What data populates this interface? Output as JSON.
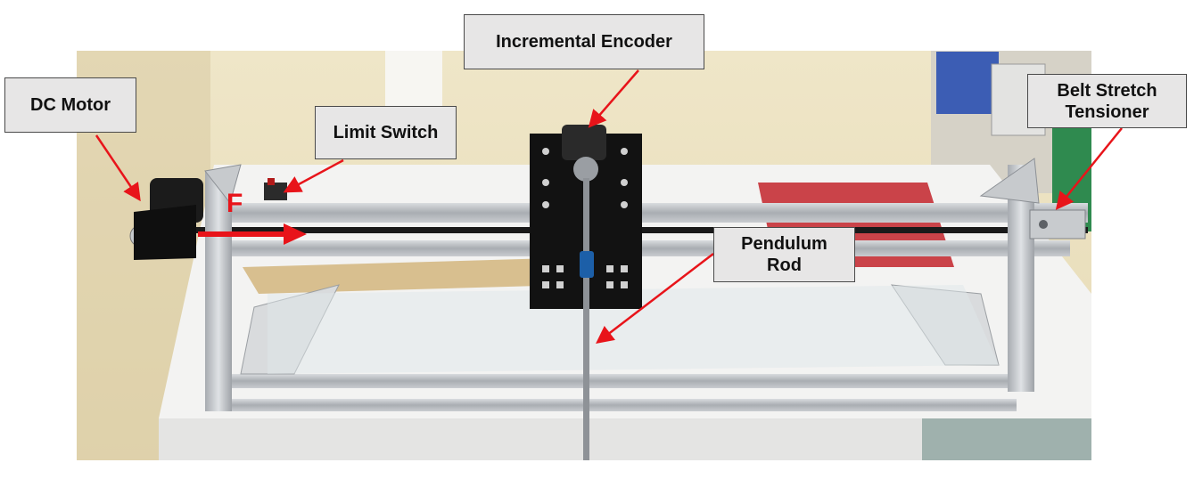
{
  "labels": {
    "dc_motor": "DC Motor",
    "limit_switch": "Limit Switch",
    "incremental_encoder": "Incremental Encoder",
    "belt_tensioner": "Belt Stretch\nTensioner",
    "pendulum_rod": "Pendulum\nRod",
    "force": "F"
  },
  "colors": {
    "arrow": "#e8141a",
    "callout_fill": "#e7e6e6",
    "callout_border": "#4a4a4a",
    "wall": "#ede3c4",
    "table": "#f1f1f1",
    "rail": "#b9bcc0",
    "cart_plate": "#121212",
    "rod_coupler": "#1c5fa8"
  }
}
